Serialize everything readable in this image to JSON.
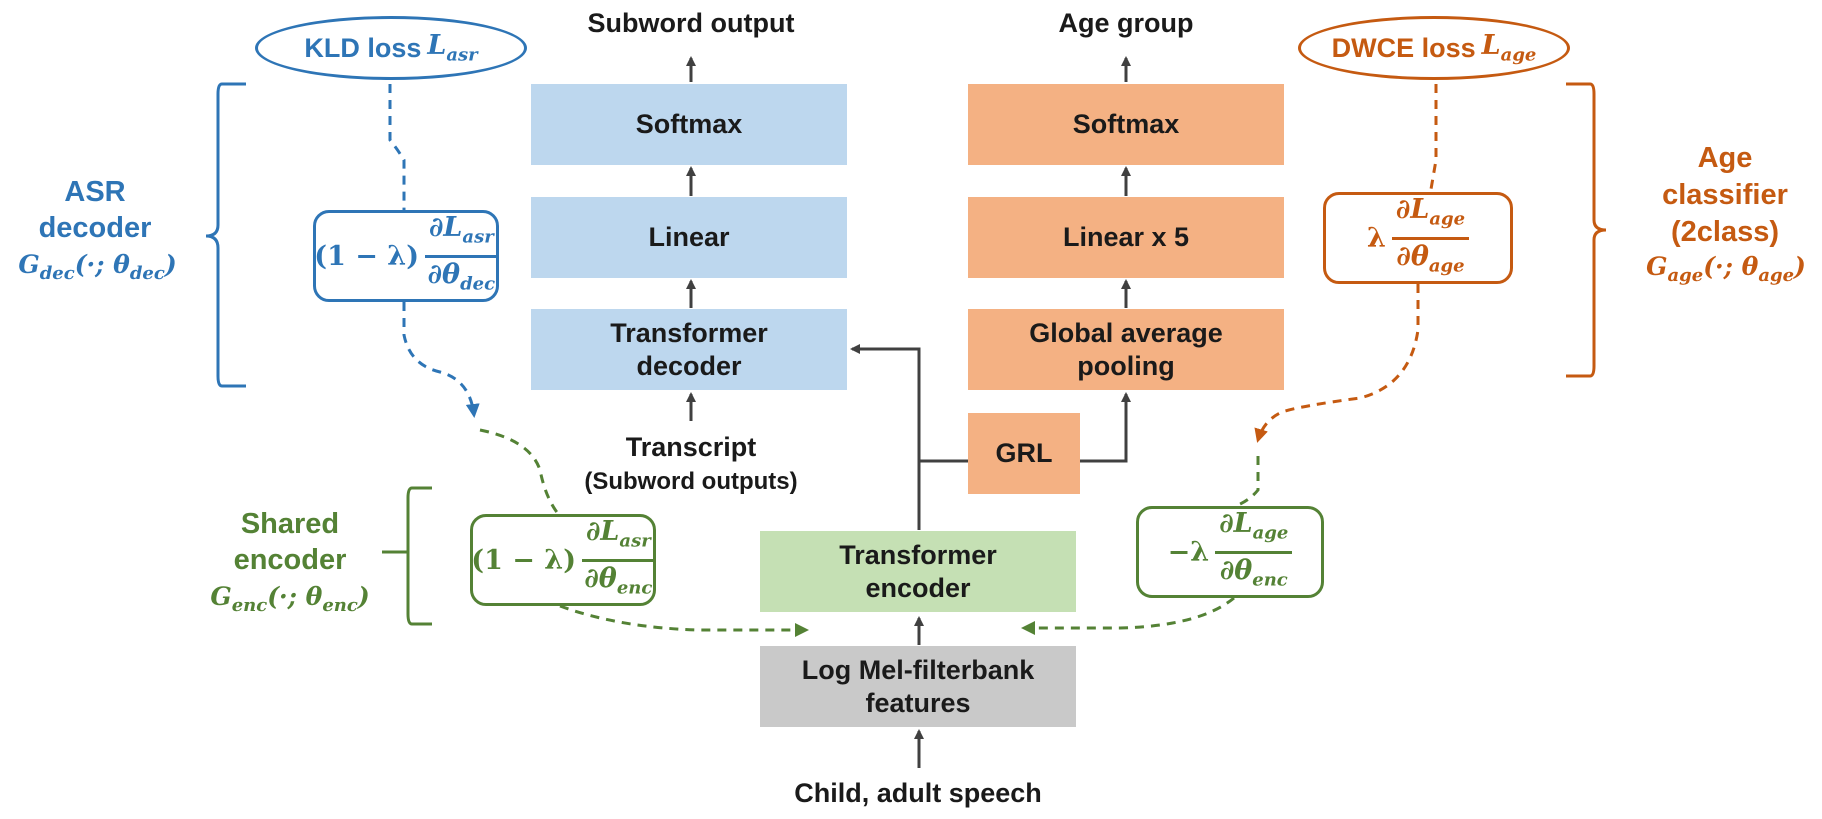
{
  "colors": {
    "asr": "#2e75b6",
    "age": "#c55a11",
    "encoder": "#548235",
    "box_blue": "#bdd7ee",
    "box_orange": "#f4b183",
    "box_green": "#c5e0b4",
    "box_gray": "#c9c9c9",
    "arrow": "#404040"
  },
  "asr_branch": {
    "output_label": "Subword output",
    "softmax": "Softmax",
    "linear": "Linear",
    "decoder_line1": "Transformer",
    "decoder_line2": "decoder",
    "transcript_line1": "Transcript",
    "transcript_line2": "(Subword outputs)",
    "loss_text": "KLD loss ",
    "loss_symbol": "L",
    "loss_sub": "asr",
    "bracket_line1": "ASR",
    "bracket_line2": "decoder",
    "bracket_G": "G",
    "bracket_G_sub": "dec",
    "bracket_args": "(·; θ",
    "bracket_args_sub": "dec",
    "bracket_close": ")",
    "grad_prefix": "(1 − λ)",
    "grad_num": "∂L",
    "grad_num_sub": "asr",
    "grad_den": "∂θ",
    "grad_den_sub": "dec"
  },
  "age_branch": {
    "output_label": "Age group",
    "softmax": "Softmax",
    "linear": "Linear x 5",
    "pool_line1": "Global average",
    "pool_line2": "pooling",
    "grl": "GRL",
    "loss_text": "DWCE loss ",
    "loss_symbol": "L",
    "loss_sub": "age",
    "bracket_line1": "Age",
    "bracket_line2": "classifier",
    "bracket_line3": "(2class)",
    "bracket_G": "G",
    "bracket_G_sub": "age",
    "bracket_args": "(·; θ",
    "bracket_args_sub": "age",
    "bracket_close": ")",
    "grad_prefix": "λ",
    "grad_num": "∂L",
    "grad_num_sub": "age",
    "grad_den": "∂θ",
    "grad_den_sub": "age"
  },
  "encoder": {
    "encoder_line1": "Transformer",
    "encoder_line2": "encoder",
    "features_line1": "Log Mel-filterbank",
    "features_line2": "features",
    "input_label": "Child, adult speech",
    "bracket_line1": "Shared",
    "bracket_line2": "encoder",
    "bracket_G": "G",
    "bracket_G_sub": "enc",
    "bracket_args": "(·; θ",
    "bracket_args_sub": "enc",
    "bracket_close": ")",
    "grad_asr_prefix": "(1 − λ)",
    "grad_asr_num": "∂L",
    "grad_asr_num_sub": "asr",
    "grad_asr_den": "∂θ",
    "grad_asr_den_sub": "enc",
    "grad_age_prefix": "−λ",
    "grad_age_num": "∂L",
    "grad_age_num_sub": "age",
    "grad_age_den": "∂θ",
    "grad_age_den_sub": "enc"
  }
}
